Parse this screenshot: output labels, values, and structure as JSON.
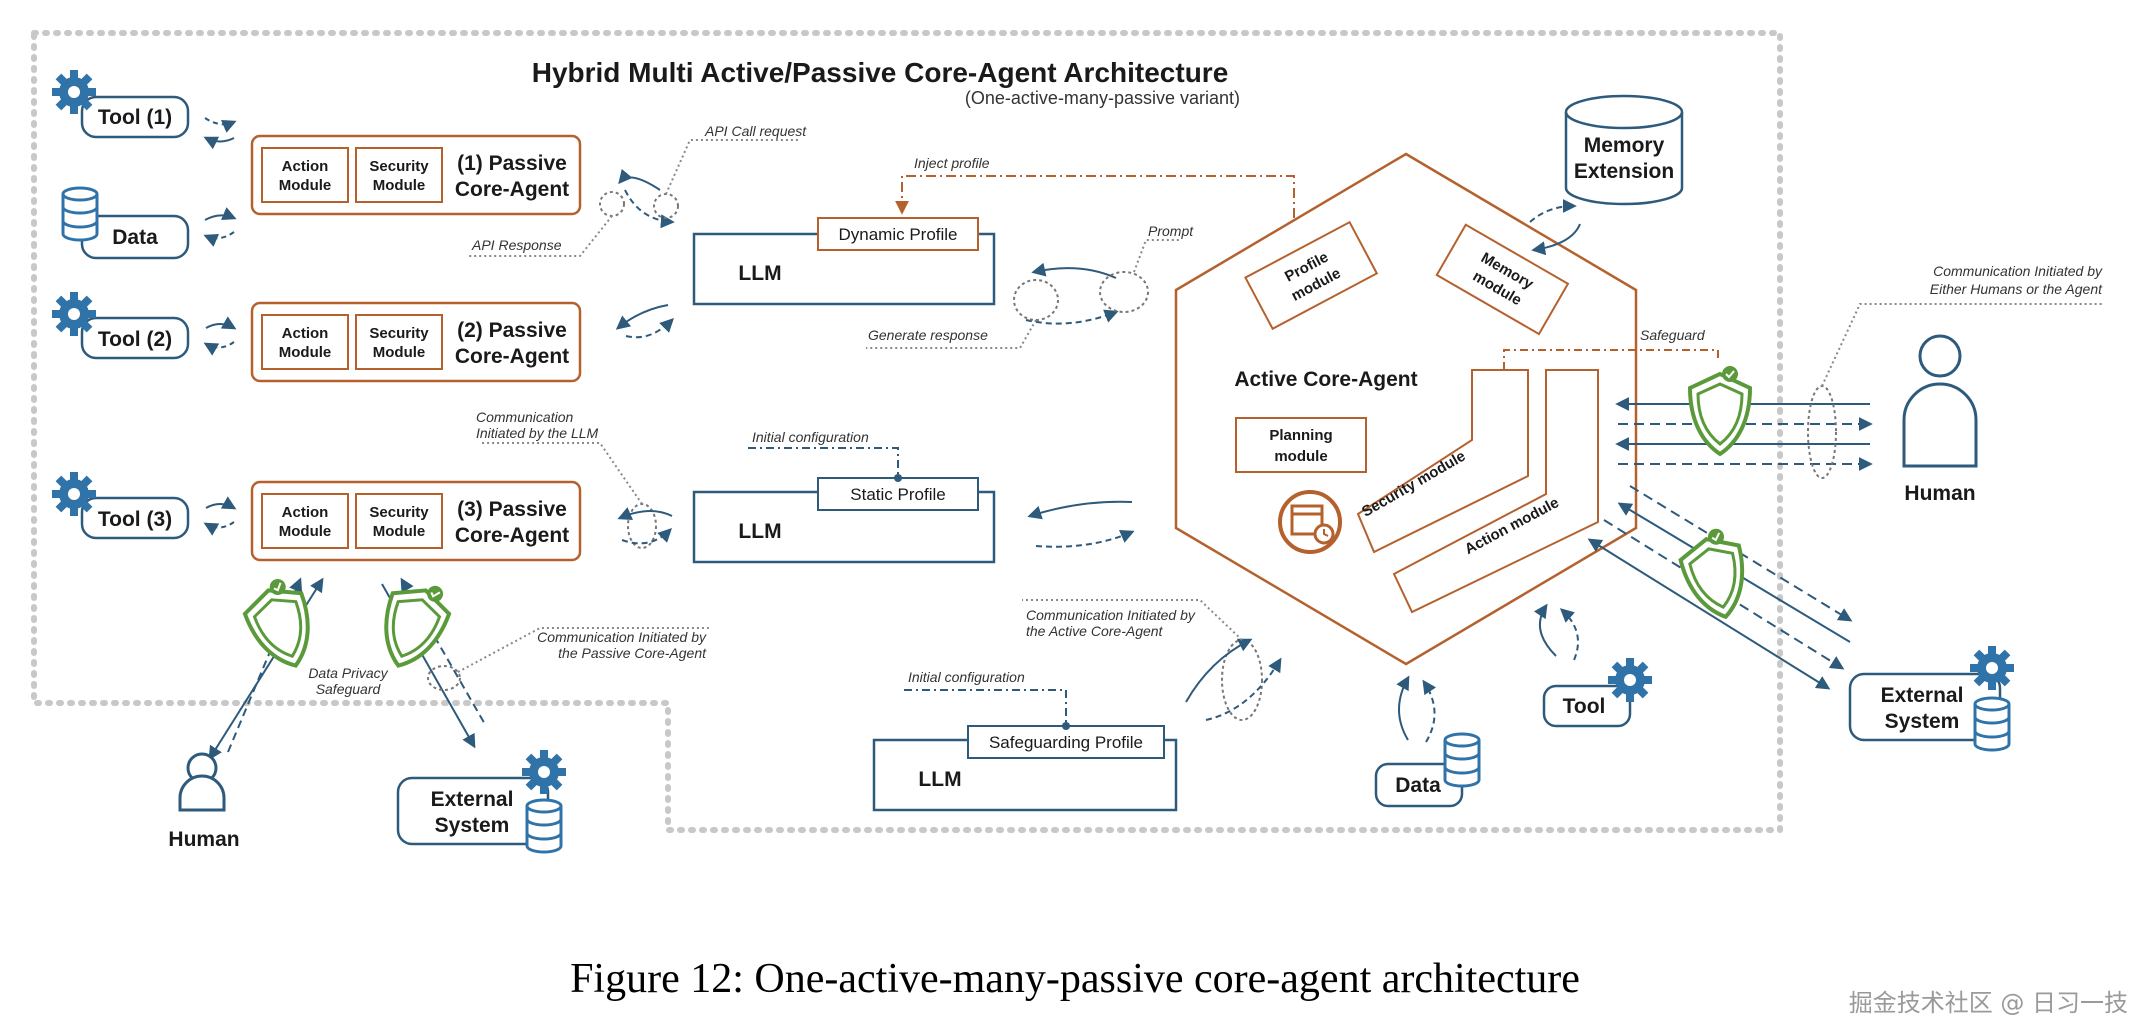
{
  "title": "Hybrid Multi Active/Passive Core-Agent Architecture",
  "subtitle": "(One-active-many-passive variant)",
  "tools": [
    "Tool (1)",
    "Tool (2)",
    "Tool (3)"
  ],
  "data_label": "Data",
  "passive_agents": [
    {
      "action": [
        "Action",
        "Module"
      ],
      "security": [
        "Security",
        "Module"
      ],
      "name": [
        "(1) Passive",
        "Core-Agent"
      ]
    },
    {
      "action": [
        "Action",
        "Module"
      ],
      "security": [
        "Security",
        "Module"
      ],
      "name": [
        "(2) Passive",
        "Core-Agent"
      ]
    },
    {
      "action": [
        "Action",
        "Module"
      ],
      "security": [
        "Security",
        "Module"
      ],
      "name": [
        "(3) Passive",
        "Core-Agent"
      ]
    }
  ],
  "notes": {
    "api_call": "API Call request",
    "api_response": "API Response",
    "inject_profile": "Inject profile",
    "prompt": "Prompt",
    "generate_response": "Generate response",
    "comm_llm": [
      "Communication",
      "Initiated by the LLM"
    ],
    "initial_config_1": "Initial configuration",
    "initial_config_2": "Initial configuration",
    "comm_passive": [
      "Communication Initiated by",
      "the Passive Core-Agent"
    ],
    "data_privacy": [
      "Data Privacy",
      "Safeguard"
    ],
    "comm_active": [
      "Communication Initiated by",
      "the Active Core-Agent"
    ],
    "safeguard": "Safeguard",
    "comm_human": [
      "Communication Initiated by",
      "Either Humans or the Agent"
    ]
  },
  "llms": [
    {
      "label": "LLM",
      "profile": "Dynamic Profile"
    },
    {
      "label": "LLM",
      "profile": "Static Profile"
    },
    {
      "label": "LLM",
      "profile": "Safeguarding Profile"
    }
  ],
  "memory": [
    "Memory",
    "Extension"
  ],
  "active": {
    "title": "Active Core-Agent",
    "profile_module": [
      "Profile",
      "module"
    ],
    "memory_module": [
      "Memory",
      "module"
    ],
    "planning_module": [
      "Planning",
      "module"
    ],
    "security_module": "Security module",
    "action_module": "Action module"
  },
  "human": "Human",
  "external_system": [
    "External",
    "System"
  ],
  "tool": "Tool",
  "caption": "Figure 12: One-active-many-passive core-agent architecture",
  "watermark": "掘金技术社区 @ 日习一技",
  "colors": {
    "orange": "#b5612e",
    "blue": "#2e5a7c",
    "green": "#5b9a3a",
    "gear": "#2f73a8"
  },
  "icons": [
    "gear-icon",
    "database-icon",
    "cylinder-icon",
    "human-icon",
    "shield-icon",
    "calendar-clock-icon"
  ]
}
